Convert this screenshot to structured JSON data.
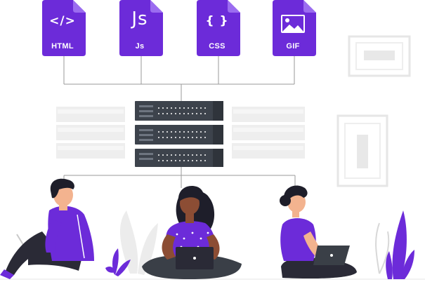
{
  "files": [
    {
      "glyph": "</>",
      "label": "HTML",
      "icon": "code-icon"
    },
    {
      "glyph": "Js",
      "label": "Js",
      "icon": "javascript-icon"
    },
    {
      "glyph": "{ }",
      "label": "CSS",
      "icon": "braces-icon"
    },
    {
      "glyph": "",
      "label": "GIF",
      "icon": "image-icon"
    }
  ],
  "colors": {
    "accent": "#6c2bd9",
    "server_dark": "#3a3f47",
    "ghost": "#ececec",
    "skin_light": "#f3b38f",
    "skin_dark": "#8c4d34",
    "hair": "#1e1e2a",
    "pants": "#2a2a36"
  }
}
